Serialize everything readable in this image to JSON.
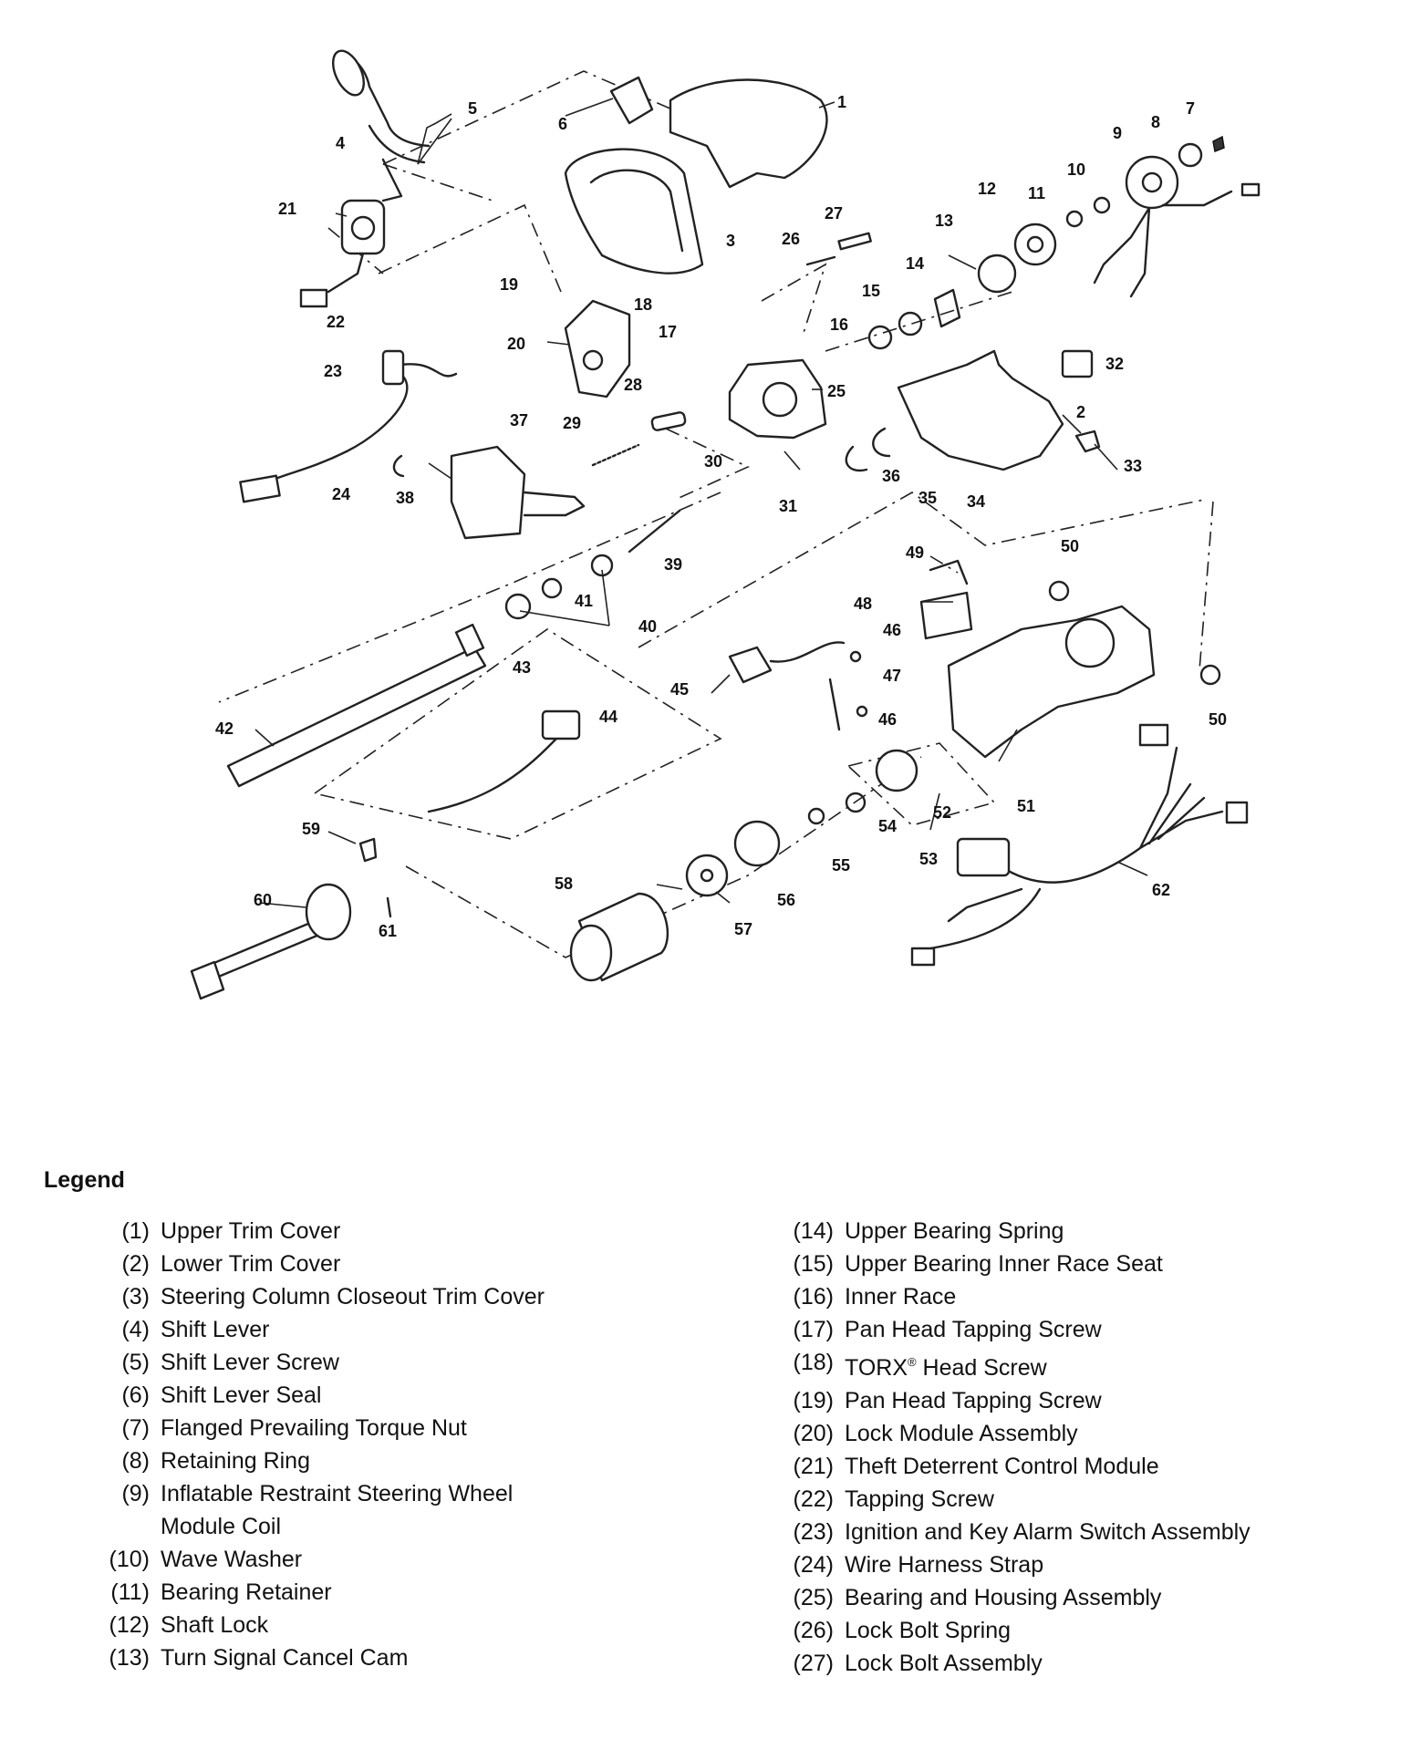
{
  "diagram": {
    "callouts": [
      {
        "id": "c1",
        "label": "1"
      },
      {
        "id": "c2",
        "label": "2"
      },
      {
        "id": "c3",
        "label": "3"
      },
      {
        "id": "c4",
        "label": "4"
      },
      {
        "id": "c5",
        "label": "5"
      },
      {
        "id": "c6",
        "label": "6"
      },
      {
        "id": "c7",
        "label": "7"
      },
      {
        "id": "c8",
        "label": "8"
      },
      {
        "id": "c9",
        "label": "9"
      },
      {
        "id": "c10",
        "label": "10"
      },
      {
        "id": "c11",
        "label": "11"
      },
      {
        "id": "c12",
        "label": "12"
      },
      {
        "id": "c13",
        "label": "13"
      },
      {
        "id": "c14",
        "label": "14"
      },
      {
        "id": "c15",
        "label": "15"
      },
      {
        "id": "c16",
        "label": "16"
      },
      {
        "id": "c17",
        "label": "17"
      },
      {
        "id": "c18",
        "label": "18"
      },
      {
        "id": "c19",
        "label": "19"
      },
      {
        "id": "c20",
        "label": "20"
      },
      {
        "id": "c21",
        "label": "21"
      },
      {
        "id": "c22",
        "label": "22"
      },
      {
        "id": "c23",
        "label": "23"
      },
      {
        "id": "c24",
        "label": "24"
      },
      {
        "id": "c25",
        "label": "25"
      },
      {
        "id": "c26",
        "label": "26"
      },
      {
        "id": "c27",
        "label": "27"
      },
      {
        "id": "c28",
        "label": "28"
      },
      {
        "id": "c29",
        "label": "29"
      },
      {
        "id": "c30",
        "label": "30"
      },
      {
        "id": "c31",
        "label": "31"
      },
      {
        "id": "c32",
        "label": "32"
      },
      {
        "id": "c33",
        "label": "33"
      },
      {
        "id": "c34",
        "label": "34"
      },
      {
        "id": "c35",
        "label": "35"
      },
      {
        "id": "c36",
        "label": "36"
      },
      {
        "id": "c37",
        "label": "37"
      },
      {
        "id": "c38",
        "label": "38"
      },
      {
        "id": "c39",
        "label": "39"
      },
      {
        "id": "c40",
        "label": "40"
      },
      {
        "id": "c41",
        "label": "41"
      },
      {
        "id": "c42",
        "label": "42"
      },
      {
        "id": "c43",
        "label": "43"
      },
      {
        "id": "c44",
        "label": "44"
      },
      {
        "id": "c45",
        "label": "45"
      },
      {
        "id": "c46a",
        "label": "46"
      },
      {
        "id": "c46b",
        "label": "46"
      },
      {
        "id": "c47",
        "label": "47"
      },
      {
        "id": "c48",
        "label": "48"
      },
      {
        "id": "c49",
        "label": "49"
      },
      {
        "id": "c50a",
        "label": "50"
      },
      {
        "id": "c50b",
        "label": "50"
      },
      {
        "id": "c51",
        "label": "51"
      },
      {
        "id": "c52",
        "label": "52"
      },
      {
        "id": "c53",
        "label": "53"
      },
      {
        "id": "c54",
        "label": "54"
      },
      {
        "id": "c55",
        "label": "55"
      },
      {
        "id": "c56",
        "label": "56"
      },
      {
        "id": "c57",
        "label": "57"
      },
      {
        "id": "c58",
        "label": "58"
      },
      {
        "id": "c59",
        "label": "59"
      },
      {
        "id": "c60",
        "label": "60"
      },
      {
        "id": "c61",
        "label": "61"
      },
      {
        "id": "c62",
        "label": "62"
      }
    ]
  },
  "legend": {
    "title": "Legend",
    "left": [
      {
        "num": "(1)",
        "text": "Upper Trim Cover"
      },
      {
        "num": "(2)",
        "text": "Lower Trim Cover"
      },
      {
        "num": "(3)",
        "text": "Steering Column Closeout Trim Cover"
      },
      {
        "num": "(4)",
        "text": "Shift Lever"
      },
      {
        "num": "(5)",
        "text": "Shift Lever Screw"
      },
      {
        "num": "(6)",
        "text": "Shift Lever Seal"
      },
      {
        "num": "(7)",
        "text": "Flanged Prevailing Torque Nut"
      },
      {
        "num": "(8)",
        "text": "Retaining Ring"
      },
      {
        "num": "(9)",
        "text": "Inflatable Restraint Steering Wheel",
        "text2": "Module Coil"
      },
      {
        "num": "(10)",
        "text": "Wave Washer"
      },
      {
        "num": "(11)",
        "text": "Bearing Retainer"
      },
      {
        "num": "(12)",
        "text": "Shaft Lock"
      },
      {
        "num": "(13)",
        "text": "Turn Signal Cancel Cam"
      }
    ],
    "right": [
      {
        "num": "(14)",
        "text": "Upper Bearing Spring"
      },
      {
        "num": "(15)",
        "text": "Upper Bearing Inner Race Seat"
      },
      {
        "num": "(16)",
        "text": "Inner Race"
      },
      {
        "num": "(17)",
        "text": "Pan Head Tapping Screw"
      },
      {
        "num": "(18)",
        "text": "TORX",
        "sup": "®",
        "text_after": " Head Screw"
      },
      {
        "num": "(19)",
        "text": "Pan Head Tapping Screw"
      },
      {
        "num": "(20)",
        "text": "Lock Module Assembly"
      },
      {
        "num": "(21)",
        "text": "Theft Deterrent Control Module"
      },
      {
        "num": "(22)",
        "text": "Tapping Screw"
      },
      {
        "num": "(23)",
        "text": "Ignition and Key Alarm Switch Assembly"
      },
      {
        "num": "(24)",
        "text": "Wire Harness Strap"
      },
      {
        "num": "(25)",
        "text": "Bearing and Housing Assembly"
      },
      {
        "num": "(26)",
        "text": "Lock Bolt Spring"
      },
      {
        "num": "(27)",
        "text": "Lock Bolt Assembly"
      }
    ]
  }
}
